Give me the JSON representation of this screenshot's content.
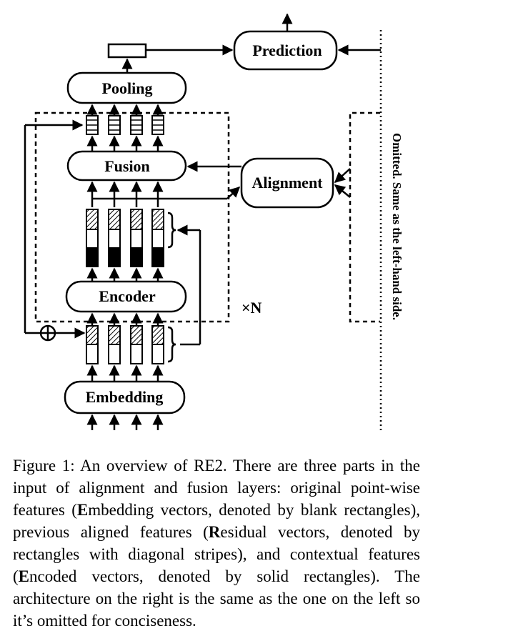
{
  "diagram": {
    "prediction": "Prediction",
    "pooling": "Pooling",
    "fusion": "Fusion",
    "alignment": "Alignment",
    "encoder": "Encoder",
    "embedding": "Embedding",
    "repeat": "×N",
    "omitted_note": "Omitted. Same as the left-hand side."
  },
  "caption": {
    "p1": "Figure 1: An overview of RE2. There are three parts in the input of alignment and fusion layers: original point-wise features (",
    "e_bold": "E",
    "p2": "mbedding vectors, denoted by blank rectangles), previous aligned features (",
    "r_bold": "R",
    "p3": "esidual vectors, denoted by rectangles with diagonal stripes), and contextual features (",
    "e2_bold": "E",
    "p4": "ncoded vectors, denoted by solid rectangles). The architecture on the right is the same as the one on the left so it’s omitted for conciseness."
  }
}
